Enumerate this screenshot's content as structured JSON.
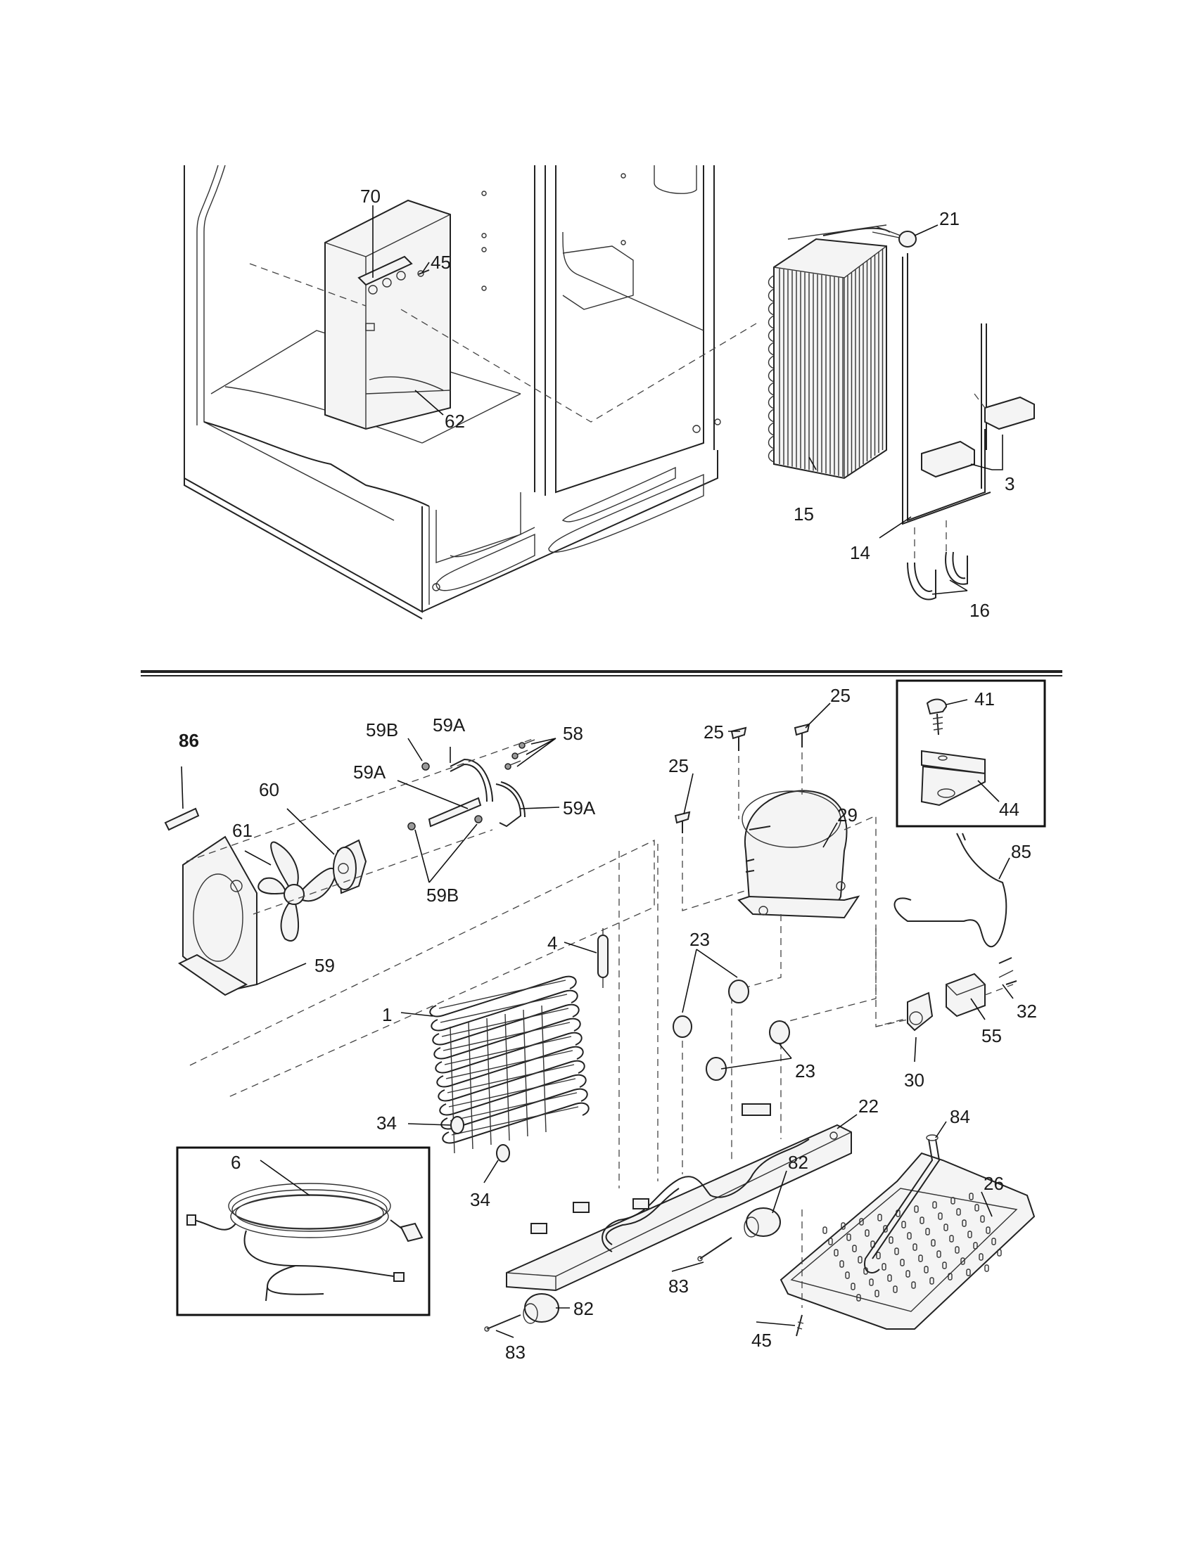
{
  "diagram": {
    "callouts_top": [
      {
        "id": "c70",
        "text": "70"
      },
      {
        "id": "c45a",
        "text": "45"
      },
      {
        "id": "c62",
        "text": "62"
      },
      {
        "id": "c21",
        "text": "21"
      },
      {
        "id": "c3",
        "text": "3"
      },
      {
        "id": "c15",
        "text": "15"
      },
      {
        "id": "c14",
        "text": "14"
      },
      {
        "id": "c16",
        "text": "16"
      }
    ],
    "callouts_bottom": [
      {
        "id": "c86",
        "text": "86"
      },
      {
        "id": "c59B_1",
        "text": "59B"
      },
      {
        "id": "c59A_1",
        "text": "59A"
      },
      {
        "id": "c58",
        "text": "58"
      },
      {
        "id": "c59A_2",
        "text": "59A"
      },
      {
        "id": "c59A_3",
        "text": "59A"
      },
      {
        "id": "c60",
        "text": "60"
      },
      {
        "id": "c61",
        "text": "61"
      },
      {
        "id": "c59B_2",
        "text": "59B"
      },
      {
        "id": "c59",
        "text": "59"
      },
      {
        "id": "c25_1",
        "text": "25"
      },
      {
        "id": "c25_2",
        "text": "25"
      },
      {
        "id": "c25_3",
        "text": "25"
      },
      {
        "id": "c29",
        "text": "29"
      },
      {
        "id": "c41",
        "text": "41"
      },
      {
        "id": "c44",
        "text": "44"
      },
      {
        "id": "c85",
        "text": "85"
      },
      {
        "id": "c4",
        "text": "4"
      },
      {
        "id": "c23_1",
        "text": "23"
      },
      {
        "id": "c23_2",
        "text": "23"
      },
      {
        "id": "c32",
        "text": "32"
      },
      {
        "id": "c55",
        "text": "55"
      },
      {
        "id": "c30",
        "text": "30"
      },
      {
        "id": "c1",
        "text": "1"
      },
      {
        "id": "c22",
        "text": "22"
      },
      {
        "id": "c34_1",
        "text": "34"
      },
      {
        "id": "c34_2",
        "text": "34"
      },
      {
        "id": "c84",
        "text": "84"
      },
      {
        "id": "c6",
        "text": "6"
      },
      {
        "id": "c82_1",
        "text": "82"
      },
      {
        "id": "c26",
        "text": "26"
      },
      {
        "id": "c83_1",
        "text": "83"
      },
      {
        "id": "c82_2",
        "text": "82"
      },
      {
        "id": "c45b",
        "text": "45"
      },
      {
        "id": "c83_2",
        "text": "83"
      }
    ]
  }
}
